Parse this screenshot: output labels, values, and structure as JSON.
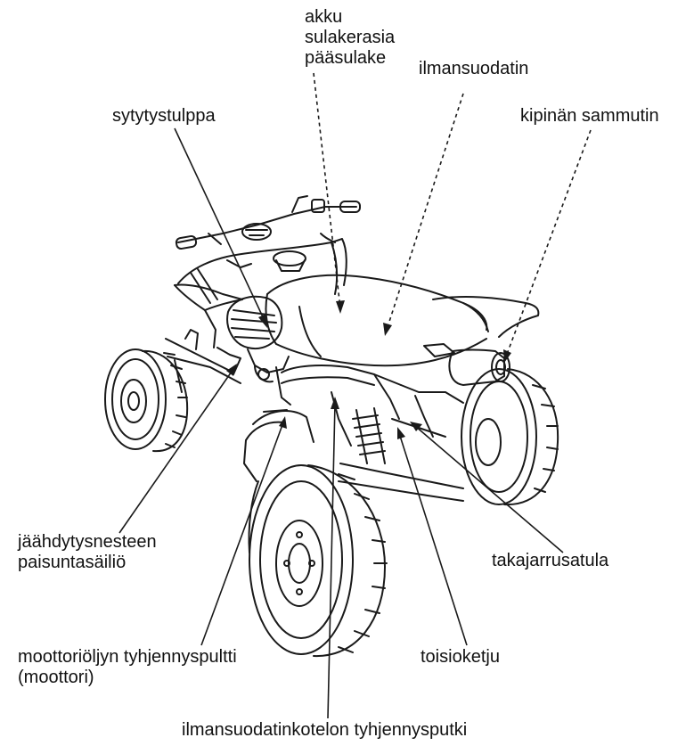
{
  "labels": {
    "battery_group": [
      "akku",
      "sulakerasia",
      "pääsulake"
    ],
    "air_filter": "ilmansuodatin",
    "spark_plug": "sytytystulppa",
    "spark_arrester": "kipinän sammutin",
    "coolant_reservoir": [
      "jäähdytysnesteen",
      "paisuntasäiliö"
    ],
    "rear_brake_caliper": "takajarrusatula",
    "oil_drain_bolt": [
      "moottoriöljyn tyhjennyspultti",
      "(moottori)"
    ],
    "drive_chain": "toisioketju",
    "airbox_drain_tube": "ilmansuodatinkotelon tyhjennysputki"
  }
}
